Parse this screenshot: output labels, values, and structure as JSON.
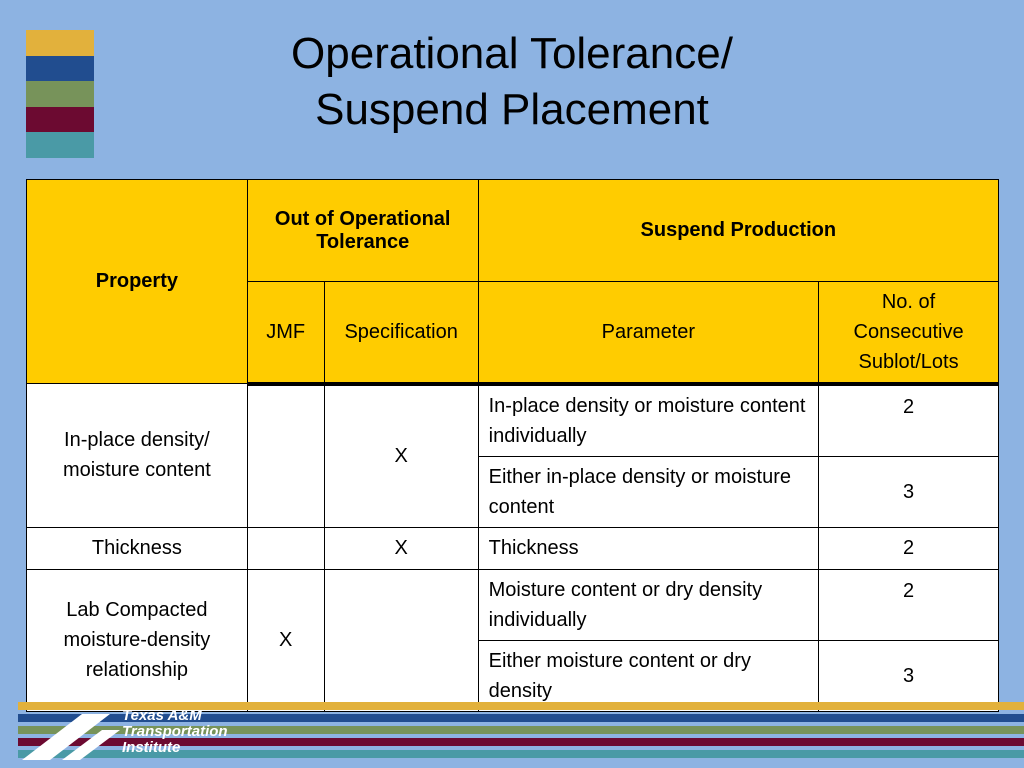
{
  "title": {
    "line1": "Operational Tolerance/",
    "line2": "Suspend Placement"
  },
  "colors": {
    "bars": [
      "#e2b13c",
      "#214d8f",
      "#77935a",
      "#6c0a31",
      "#4a9aa6"
    ]
  },
  "table": {
    "header": {
      "property": "Property",
      "out_of_tolerance": "Out of Operational Tolerance",
      "suspend_production": "Suspend Production",
      "jmf": "JMF",
      "specification": "Specification",
      "parameter": "Parameter",
      "consecutive": "No. of Consecutive Sublot/Lots"
    },
    "rows": [
      {
        "property": "In-place density/ moisture content",
        "jmf": "",
        "specification": "X",
        "params": [
          {
            "parameter": "In-place density or moisture content individually",
            "count": "2"
          },
          {
            "parameter": "Either in-place density or moisture content",
            "count": "3"
          }
        ]
      },
      {
        "property": "Thickness",
        "jmf": "",
        "specification": "X",
        "params": [
          {
            "parameter": "Thickness",
            "count": "2"
          }
        ]
      },
      {
        "property": "Lab Compacted moisture-density relationship",
        "jmf": "X",
        "specification": "",
        "params": [
          {
            "parameter": "Moisture content or dry density individually",
            "count": "2"
          },
          {
            "parameter": "Either moisture content or dry density",
            "count": "3"
          }
        ]
      }
    ]
  },
  "footer": {
    "logo_line1": "Texas A&M",
    "logo_line2": "Transportation",
    "logo_line3": "Institute"
  }
}
